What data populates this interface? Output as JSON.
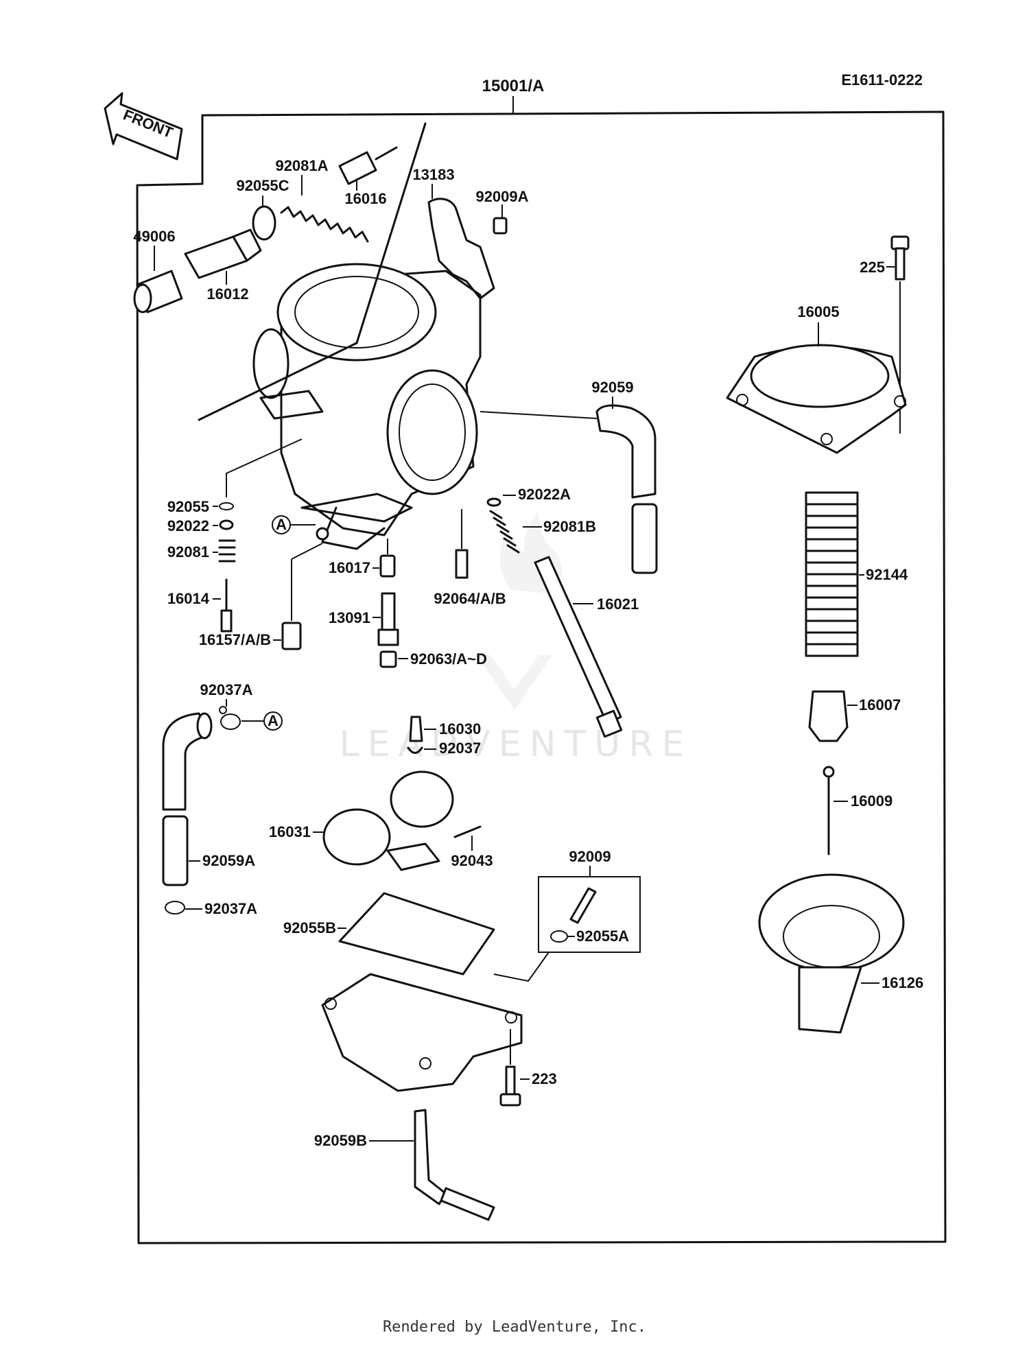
{
  "header": {
    "assembly_number": "15001/A",
    "diagram_code": "E1611-0222",
    "front_label": "FRONT"
  },
  "watermark": {
    "text": "LEADVENTURE",
    "icon": "leadventure-flame-logo"
  },
  "parts": {
    "p92081A": "92081A",
    "p92055C": "92055C",
    "p16016": "16016",
    "p13183": "13183",
    "p92009A": "92009A",
    "p49006": "49006",
    "p16012": "16012",
    "p225": "225",
    "p16005": "16005",
    "p92059": "92059",
    "p92055": "92055",
    "p92022": "92022",
    "p92081": "92081",
    "p16014": "16014",
    "p16157AB": "16157/A/B",
    "p92022A": "92022A",
    "p92081B": "92081B",
    "p16017": "16017",
    "p92064AB": "92064/A/B",
    "p13091": "13091",
    "p16021": "16021",
    "p92063AD": "92063/A~D",
    "p92144": "92144",
    "p16007": "16007",
    "p92037A_top": "92037A",
    "callout_a": "A",
    "p16030": "16030",
    "p92037": "92037",
    "p16009": "16009",
    "p16031": "16031",
    "p92043": "92043",
    "p92059A": "92059A",
    "p92009": "92009",
    "p92037A_bottom": "92037A",
    "p92055B": "92055B",
    "p92055A": "92055A",
    "p16126": "16126",
    "p223": "223",
    "p92059B": "92059B"
  },
  "footer": {
    "text": "Rendered by LeadVenture, Inc."
  }
}
